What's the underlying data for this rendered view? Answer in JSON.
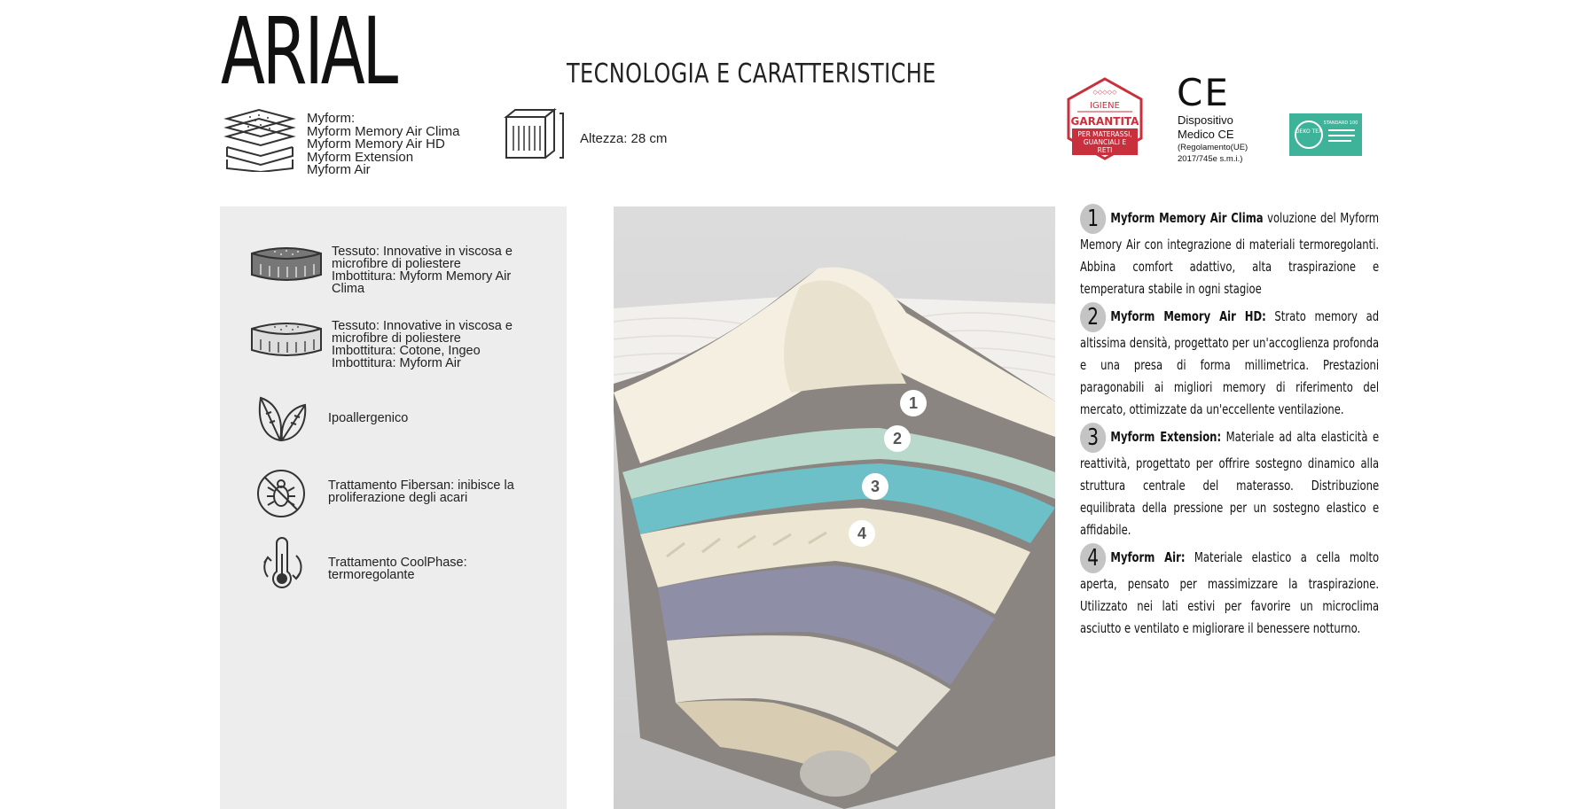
{
  "header": {
    "title": "ARIAL",
    "subtitle": "TECNOLOGIA E CARATTERISTICHE"
  },
  "layers": {
    "lines": [
      "Myform:",
      "Myform Memory Air Clima",
      "Myform Memory Air HD",
      "Myform Extension",
      "Myform Air"
    ]
  },
  "height": {
    "label": "Altezza: 28 cm"
  },
  "certifications": {
    "igiene": {
      "top": "IGIENE",
      "main": "GARANTITA",
      "sub1": "PER MATERASSI,",
      "sub2": "GUANCIALI E",
      "sub3": "RETI"
    },
    "ce": {
      "mark": "CE",
      "line1": "Dispositivo",
      "line2": "Medico CE",
      "line3": "(Regolamento(UE)",
      "line4": "2017/745e s.m.i.)"
    },
    "oeko": {
      "label": "OEKO TEX",
      "standard": "STANDARD 100"
    }
  },
  "features": [
    {
      "icon": "mattress-cover-dark-icon",
      "lines": [
        "Tessuto: Innovative in viscosa e",
        "microfibre di poliestere",
        "Imbottitura: Myform Memory Air",
        "Clima"
      ]
    },
    {
      "icon": "mattress-cover-light-icon",
      "lines": [
        "Tessuto: Innovative in viscosa e",
        "microfibre di poliestere",
        "Imbottitura: Cotone, Ingeo",
        "Imbottitura: Myform Air"
      ]
    },
    {
      "icon": "leaf-icon",
      "lines": [
        "Ipoallergenico"
      ]
    },
    {
      "icon": "mite-icon",
      "lines": [
        "Trattamento Fibersan: inibisce la",
        "proliferazione degli acari"
      ]
    },
    {
      "icon": "thermometer-icon",
      "lines": [
        "Trattamento CoolPhase:",
        "termoregolante"
      ]
    }
  ],
  "layer_markers": [
    "1",
    "2",
    "3",
    "4"
  ],
  "descriptions": [
    {
      "num": "1",
      "name": "Myform Memory Air Clima",
      "text": " voluzione del Myform Memory Air con integrazione di materiali termoregolanti. Abbina comfort adattivo, alta traspirazione e temperatura stabile in ogni stagioe"
    },
    {
      "num": "2",
      "name": "Myform Memory Air HD:",
      "text": " Strato memory ad altissima densità, progettato per un'accoglienza profonda e una presa di forma millimetrica. Prestazioni paragonabili ai migliori memory di riferimento del mercato, ottimizzate da un'eccellente ventilazione."
    },
    {
      "num": "3",
      "name": "Myform Extension:",
      "text": " Materiale ad alta elasticità e reattività, progettato per offrire sostegno dinamico alla struttura centrale del materasso. Distribuzione equilibrata della pressione per un sostegno elastico e affidabile."
    },
    {
      "num": "4",
      "name": "Myform Air:",
      "text": " Materiale elastico a cella molto aperta, pensato per massimizzare la traspirazione. Utilizzato nei lati estivi per favorire un microclima asciutto e ventilato e migliorare il benessere notturno."
    }
  ],
  "colors": {
    "panel": "#ededed",
    "badge_red": "#c8303d",
    "oeko_teal": "#3fb39a",
    "number_grey": "#c4c4c4"
  }
}
